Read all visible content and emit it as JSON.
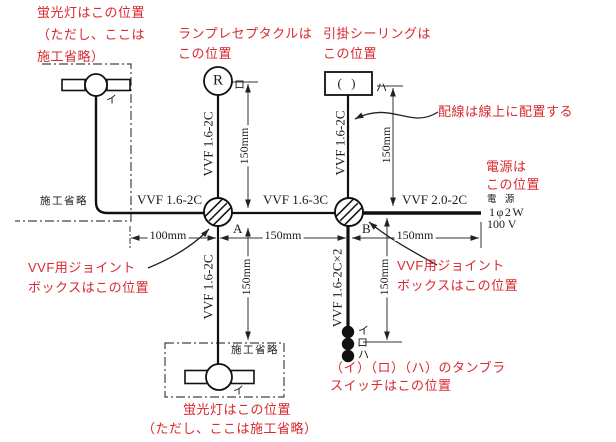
{
  "colors": {
    "annotation_red": "#d9282e",
    "line_black": "#1a1a1a"
  },
  "notes": {
    "fl_top_1": "蛍光灯はこの位置",
    "fl_top_2": "（ただし、ここは",
    "fl_top_3": "施工省略）",
    "recep_1": "ランプレセプタクルは",
    "recep_2": "この位置",
    "ceil_1": "引掛シーリングは",
    "ceil_2": "この位置",
    "wiring": "配線は線上に配置する",
    "power_1": "電源は",
    "power_2": "この位置",
    "joint_1": "VVF用ジョイント",
    "joint_2": "ボックスはこの位置",
    "switch_1": "（イ）（ロ）（ハ）のタンブラ",
    "switch_2": "スイッチはこの位置",
    "fl_bot_1": "蛍光灯はこの位置",
    "fl_bot_2": "（ただし、ここは施工省略）"
  },
  "cables": {
    "fl_to_a": "VVF 1.6-2C",
    "a_to_b": "VVF 1.6-3C",
    "b_to_src": "VVF 2.0-2C",
    "r_drop": "VVF 1.6-2C",
    "ceil_drop": "VVF 1.6-2C",
    "a_drop": "VVF 1.6-2C",
    "b_drop": "VVF 1.6-2C×2"
  },
  "dims": {
    "d100": "100mm",
    "d150": "150mm"
  },
  "labels": {
    "omitted": "施工省略",
    "joint_a": "A",
    "joint_b": "B",
    "receptacle": "R",
    "ceiling_mark": "( )",
    "i": "イ",
    "ro": "ロ",
    "ha": "ハ"
  },
  "source": {
    "name": "電 源",
    "spec1": "1φ2W",
    "spec2": "100 V"
  }
}
